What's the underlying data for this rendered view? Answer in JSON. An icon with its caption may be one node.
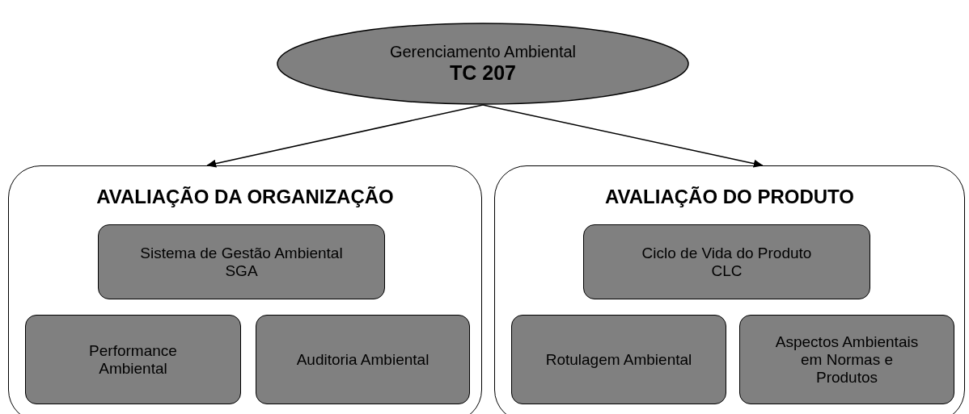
{
  "diagram": {
    "nodes": [
      {
        "text": [
          "Gerenciamento Ambiental",
          "TC 207"
        ]
      },
      {
        "text": [
          "AVALIAÇÃO DA ORGANIZAÇÃO"
        ]
      },
      {
        "text": [
          "Sistema de Gestão Ambiental",
          "SGA"
        ],
        "in": 1
      },
      {
        "text": [
          "Performance Ambiental"
        ],
        "in": 1
      },
      {
        "text": [
          "Auditoria Ambiental"
        ],
        "in": 1
      },
      {
        "text": [
          "AVALIAÇÃO DO PRODUTO"
        ]
      },
      {
        "text": [
          "Ciclo de Vida do Produto",
          "CLC"
        ],
        "in": 5
      },
      {
        "text": [
          "Rotulagem Ambiental"
        ],
        "in": 5
      },
      {
        "text": [
          "Aspectos Ambientais em Normas e Produtos"
        ],
        "in": 5
      }
    ],
    "edges": [
      {
        "from": 0,
        "to": 1,
        "arrow": "to"
      },
      {
        "from": 0,
        "to": 5,
        "arrow": "to"
      }
    ]
  }
}
